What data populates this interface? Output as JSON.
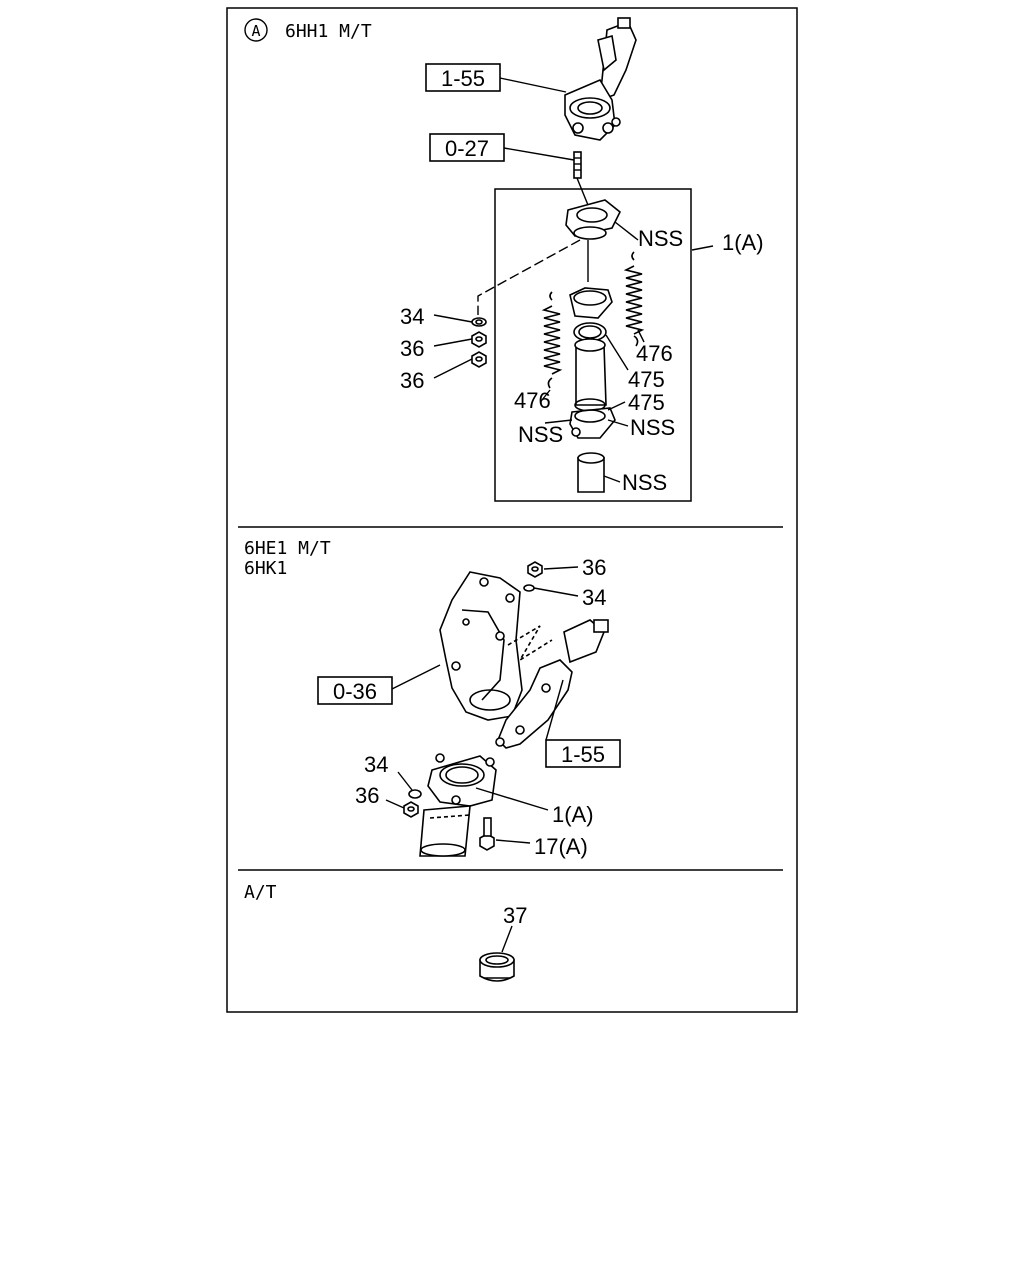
{
  "sections": [
    {
      "key": "a",
      "marker": "A",
      "title": "6HH1 M/T"
    },
    {
      "key": "b",
      "title_lines": [
        "6HE1 M/T",
        "6HK1"
      ]
    },
    {
      "key": "c",
      "title": "A/T"
    }
  ],
  "labels": {
    "a_1_55": "1-55",
    "a_0_27": "0-27",
    "a_1a": "1(A)",
    "a_nss_top": "NSS",
    "a_34": "34",
    "a_36_1": "36",
    "a_36_2": "36",
    "a_476_right": "476",
    "a_475_1": "475",
    "a_476_left": "476",
    "a_475_2": "475",
    "a_nss_left": "NSS",
    "a_nss_right": "NSS",
    "a_nss_bottom": "NSS",
    "b_36_top": "36",
    "b_34_top": "34",
    "b_0_36": "0-36",
    "b_1_55": "1-55",
    "b_34_left": "34",
    "b_36_left": "36",
    "b_1a": "1(A)",
    "b_17a": "17(A)",
    "c_37": "37"
  }
}
